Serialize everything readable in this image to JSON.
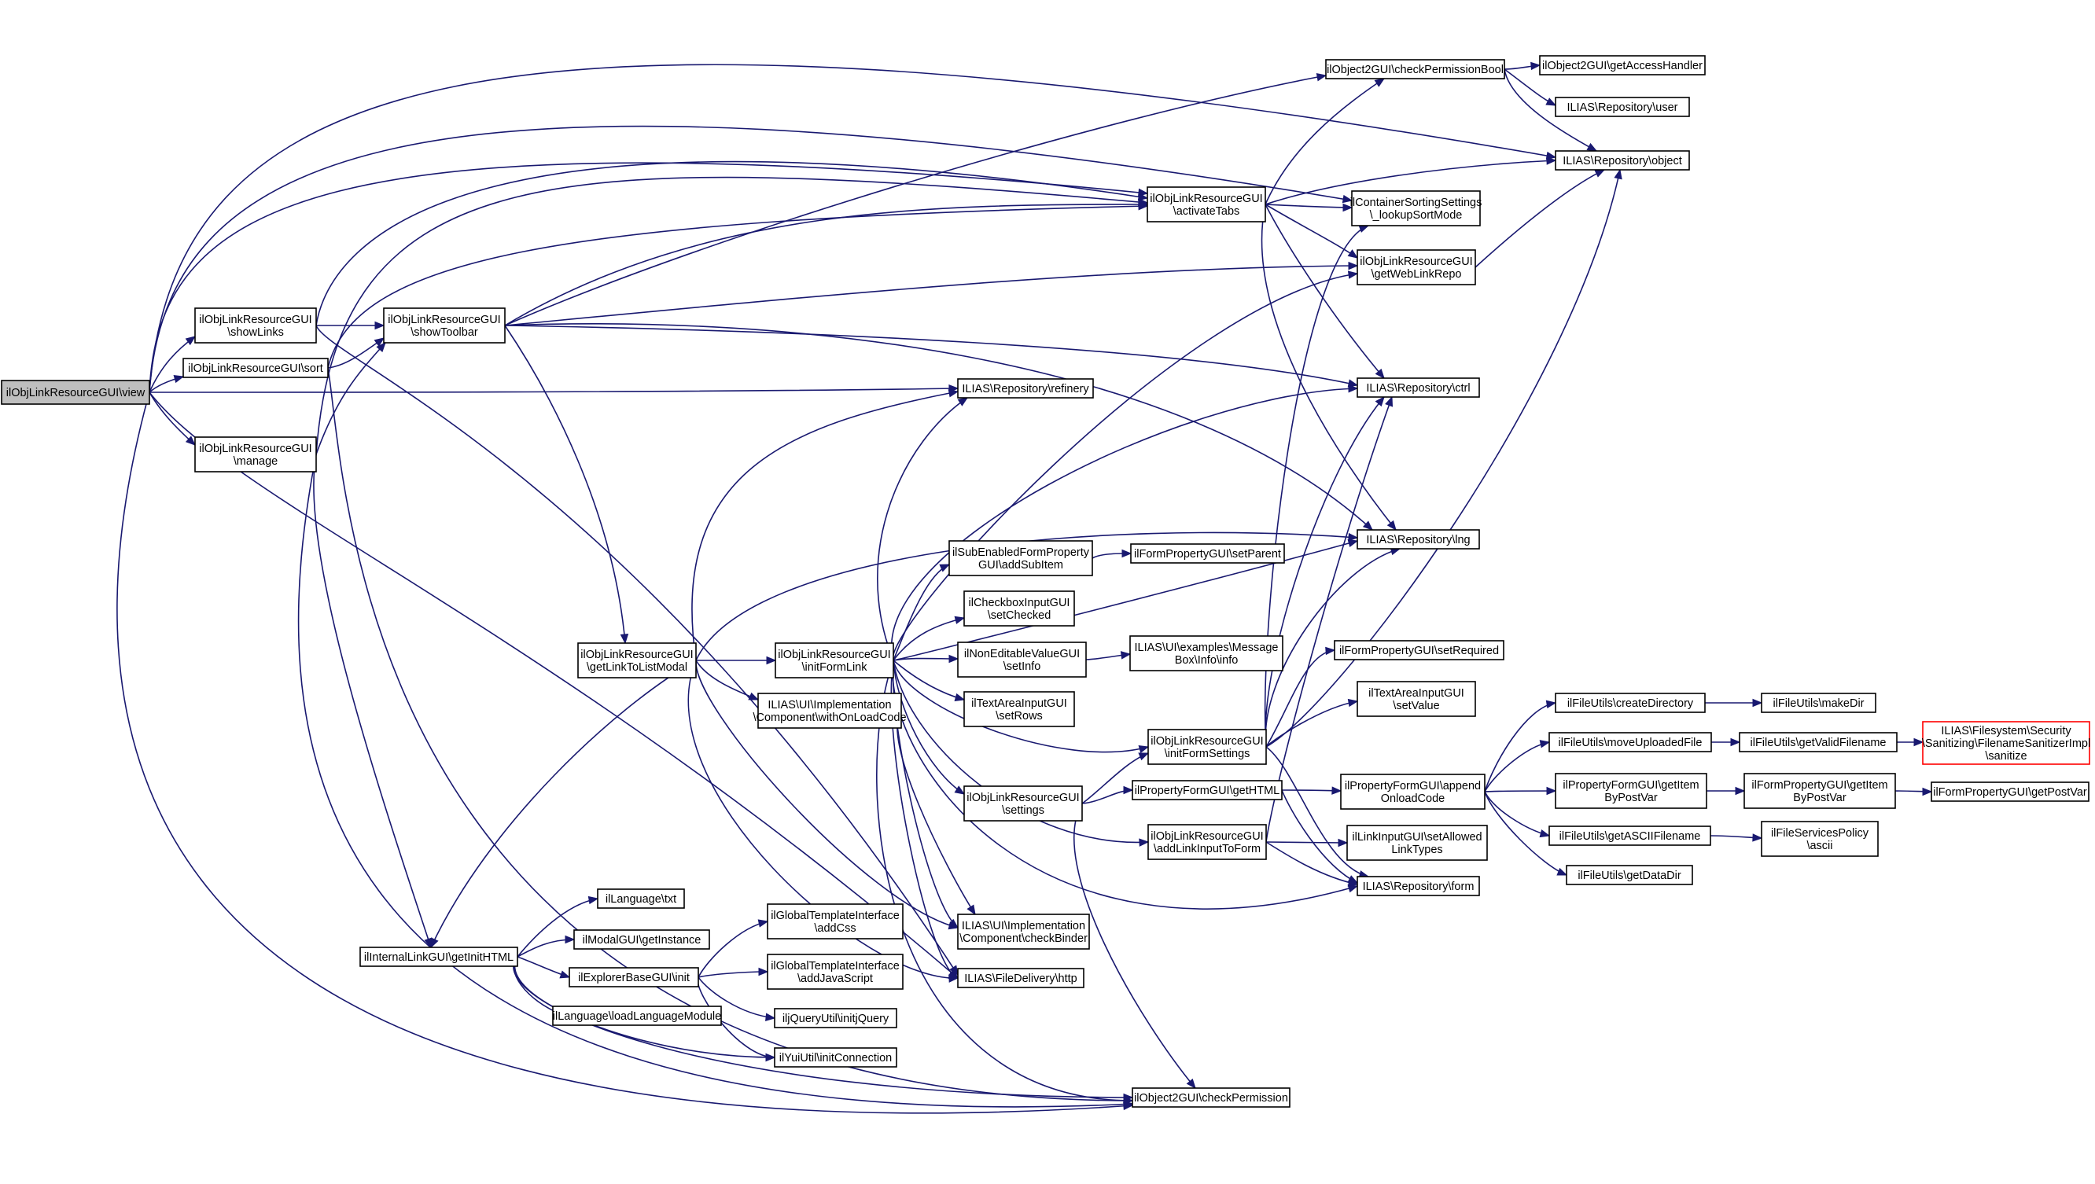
{
  "diagram": {
    "nodes": [
      {
        "id": "view",
        "lines": [
          "ilObjLinkResourceGUI\\view"
        ],
        "root": true
      },
      {
        "id": "showLinks",
        "lines": [
          "ilObjLinkResourceGUI",
          "\\showLinks"
        ]
      },
      {
        "id": "sort",
        "lines": [
          "ilObjLinkResourceGUI\\sort"
        ]
      },
      {
        "id": "manage",
        "lines": [
          "ilObjLinkResourceGUI",
          "\\manage"
        ]
      },
      {
        "id": "showToolbar",
        "lines": [
          "ilObjLinkResourceGUI",
          "\\showToolbar"
        ]
      },
      {
        "id": "activateTabs",
        "lines": [
          "ilObjLinkResourceGUI",
          "\\activateTabs"
        ]
      },
      {
        "id": "checkPermissionBool",
        "lines": [
          "ilObject2GUI\\checkPermissionBool"
        ]
      },
      {
        "id": "getAccessHandler",
        "lines": [
          "ilObject2GUI\\getAccessHandler"
        ]
      },
      {
        "id": "repoUser",
        "lines": [
          "ILIAS\\Repository\\user"
        ]
      },
      {
        "id": "repoObject",
        "lines": [
          "ILIAS\\Repository\\object"
        ]
      },
      {
        "id": "lookupSortMode",
        "lines": [
          "ilContainerSortingSettings",
          "\\_lookupSortMode"
        ]
      },
      {
        "id": "getWebLinkRepo",
        "lines": [
          "ilObjLinkResourceGUI",
          "\\getWebLinkRepo"
        ]
      },
      {
        "id": "refinery",
        "lines": [
          "ILIAS\\Repository\\refinery"
        ]
      },
      {
        "id": "repoCtrl",
        "lines": [
          "ILIAS\\Repository\\ctrl"
        ]
      },
      {
        "id": "repoLng",
        "lines": [
          "ILIAS\\Repository\\lng"
        ]
      },
      {
        "id": "getLinkToListModal",
        "lines": [
          "ilObjLinkResourceGUI",
          "\\getLinkToListModal"
        ]
      },
      {
        "id": "initFormLink",
        "lines": [
          "ilObjLinkResourceGUI",
          "\\initFormLink"
        ]
      },
      {
        "id": "addSubItem",
        "lines": [
          "ilSubEnabledFormProperty",
          "GUI\\addSubItem"
        ]
      },
      {
        "id": "setParent",
        "lines": [
          "ilFormPropertyGUI\\setParent"
        ]
      },
      {
        "id": "setChecked",
        "lines": [
          "ilCheckboxInputGUI",
          "\\setChecked"
        ]
      },
      {
        "id": "setInfo",
        "lines": [
          "ilNonEditableValueGUI",
          "\\setInfo"
        ]
      },
      {
        "id": "messageBoxInfo",
        "lines": [
          "ILIAS\\UI\\examples\\Message",
          "Box\\Info\\info"
        ]
      },
      {
        "id": "setRows",
        "lines": [
          "ilTextAreaInputGUI",
          "\\setRows"
        ]
      },
      {
        "id": "withOnLoadCode",
        "lines": [
          "ILIAS\\UI\\Implementation",
          "\\Component\\withOnLoadCode"
        ]
      },
      {
        "id": "setRequired",
        "lines": [
          "ilFormPropertyGUI\\setRequired"
        ]
      },
      {
        "id": "setValue",
        "lines": [
          "ilTextAreaInputGUI",
          "\\setValue"
        ]
      },
      {
        "id": "initFormSettings",
        "lines": [
          "ilObjLinkResourceGUI",
          "\\initFormSettings"
        ]
      },
      {
        "id": "settings",
        "lines": [
          "ilObjLinkResourceGUI",
          "\\settings"
        ]
      },
      {
        "id": "getHTML",
        "lines": [
          "ilPropertyFormGUI\\getHTML"
        ]
      },
      {
        "id": "appendOnloadCode",
        "lines": [
          "ilPropertyFormGUI\\append",
          "OnloadCode"
        ]
      },
      {
        "id": "createDirectory",
        "lines": [
          "ilFileUtils\\createDirectory"
        ]
      },
      {
        "id": "makeDir",
        "lines": [
          "ilFileUtils\\makeDir"
        ]
      },
      {
        "id": "moveUploadedFile",
        "lines": [
          "ilFileUtils\\moveUploadedFile"
        ]
      },
      {
        "id": "getValidFilename",
        "lines": [
          "ilFileUtils\\getValidFilename"
        ]
      },
      {
        "id": "sanitize",
        "lines": [
          "ILIAS\\Filesystem\\Security",
          "\\Sanitizing\\FilenameSanitizerImpl",
          "\\sanitize"
        ],
        "truncated": true
      },
      {
        "id": "propGetItemByPostVar",
        "lines": [
          "ilPropertyFormGUI\\getItem",
          "ByPostVar"
        ]
      },
      {
        "id": "formGetItemByPostVar",
        "lines": [
          "ilFormPropertyGUI\\getItem",
          "ByPostVar"
        ]
      },
      {
        "id": "getPostVar",
        "lines": [
          "ilFormPropertyGUI\\getPostVar"
        ]
      },
      {
        "id": "getASCIIFilename",
        "lines": [
          "ilFileUtils\\getASCIIFilename"
        ]
      },
      {
        "id": "ascii",
        "lines": [
          "ilFileServicesPolicy",
          "\\ascii"
        ]
      },
      {
        "id": "getDataDir",
        "lines": [
          "ilFileUtils\\getDataDir"
        ]
      },
      {
        "id": "addLinkInputToForm",
        "lines": [
          "ilObjLinkResourceGUI",
          "\\addLinkInputToForm"
        ]
      },
      {
        "id": "setAllowedLinkTypes",
        "lines": [
          "ilLinkInputGUI\\setAllowed",
          "LinkTypes"
        ]
      },
      {
        "id": "repoForm",
        "lines": [
          "ILIAS\\Repository\\form"
        ]
      },
      {
        "id": "checkBinder",
        "lines": [
          "ILIAS\\UI\\Implementation",
          "\\Component\\checkBinder"
        ]
      },
      {
        "id": "http",
        "lines": [
          "ILIAS\\FileDelivery\\http"
        ]
      },
      {
        "id": "txt",
        "lines": [
          "ilLanguage\\txt"
        ]
      },
      {
        "id": "getInstance",
        "lines": [
          "ilModalGUI\\getInstance"
        ]
      },
      {
        "id": "getInitHTML",
        "lines": [
          "ilInternalLinkGUI\\getInitHTML"
        ]
      },
      {
        "id": "explorerInit",
        "lines": [
          "ilExplorerBaseGUI\\init"
        ]
      },
      {
        "id": "loadLanguageModule",
        "lines": [
          "ilLanguage\\loadLanguageModule"
        ]
      },
      {
        "id": "addCss",
        "lines": [
          "ilGlobalTemplateInterface",
          "\\addCss"
        ]
      },
      {
        "id": "addJavaScript",
        "lines": [
          "ilGlobalTemplateInterface",
          "\\addJavaScript"
        ]
      },
      {
        "id": "initjQuery",
        "lines": [
          "iljQueryUtil\\initjQuery"
        ]
      },
      {
        "id": "initConnection",
        "lines": [
          "ilYuiUtil\\initConnection"
        ]
      },
      {
        "id": "checkPermission",
        "lines": [
          "ilObject2GUI\\checkPermission"
        ]
      }
    ]
  }
}
